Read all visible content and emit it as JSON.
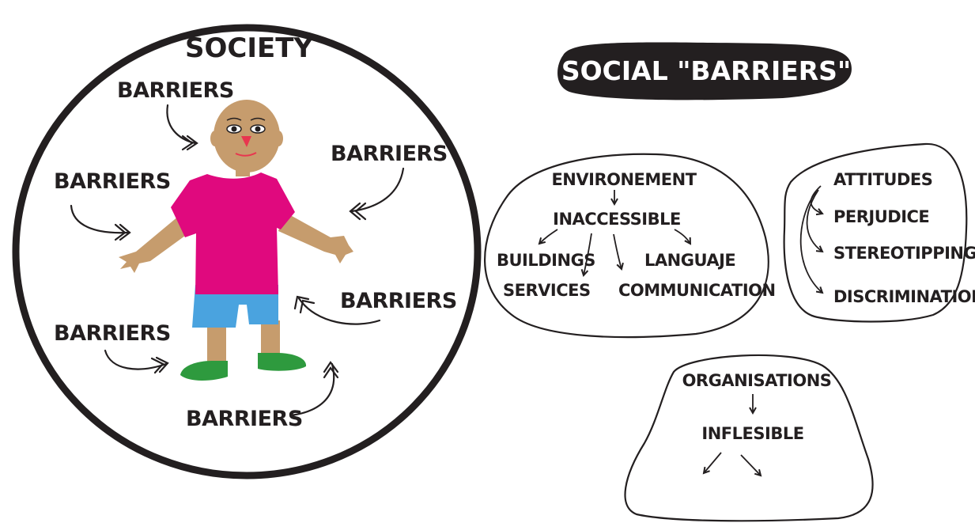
{
  "society": {
    "title": "SOCIETY",
    "barrier_labels": [
      "BARRIERS",
      "BARRIERS",
      "BARRIERS",
      "BARRIERS",
      "BARRIERS",
      "BARRIERS"
    ]
  },
  "social_barriers": {
    "title": "SOCIAL \"BARRIERS\"",
    "environment": {
      "heading": "ENVIRONEMENT",
      "sub": "INACCESSIBLE",
      "items": [
        "BUILDINGS",
        "SERVICES",
        "LANGUAJE",
        "COMMUNICATION"
      ]
    },
    "attitudes": {
      "heading": "ATTITUDES",
      "items": [
        "PERJUDICE",
        "STEREOTIPPING",
        "DISCRIMINATION"
      ]
    },
    "organisations": {
      "heading": "ORGANISATIONS",
      "sub": "INFLESIBLE"
    }
  },
  "colors": {
    "ink": "#231f20",
    "skin": "#c69c6d",
    "shirt": "#e0097e",
    "shorts": "#4aa3df",
    "shoes": "#2e9a3e",
    "nose": "#e8364f",
    "banner_text": "#ffffff"
  }
}
